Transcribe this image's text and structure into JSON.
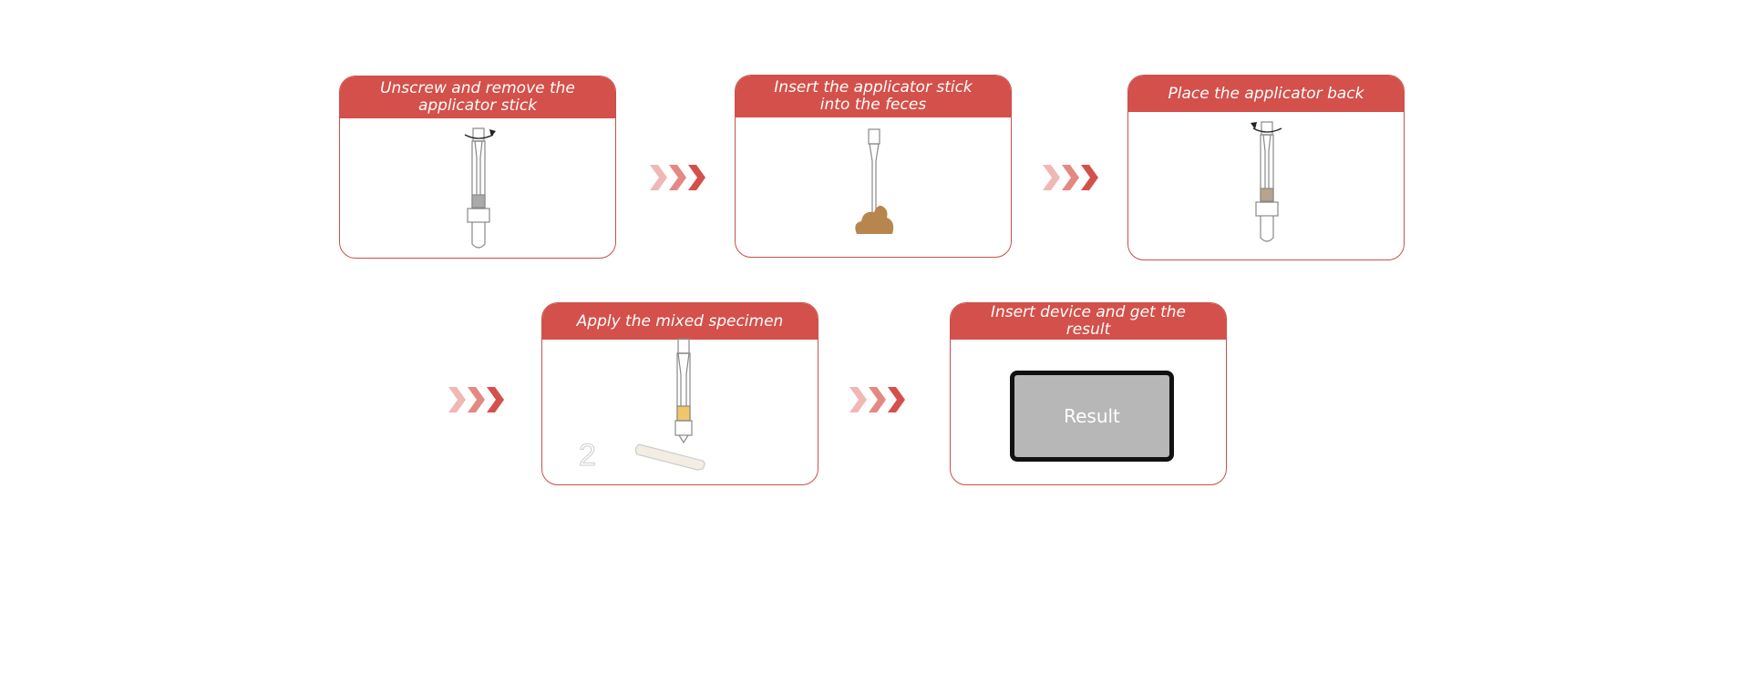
{
  "steps": [
    {
      "title": "Unscrew and remove the applicator stick"
    },
    {
      "title": "Insert the applicator stick into the feces"
    },
    {
      "title": "Place the applicator back"
    },
    {
      "title": "Apply the mixed specimen"
    },
    {
      "title": "Insert device and get the result"
    }
  ],
  "result_label": "Result",
  "colors": {
    "accent": "#d4504a",
    "arrow_light": "#f0b8b4",
    "arrow_mid": "#e48882",
    "feces": "#b7864f",
    "liquid": "#f0c66a"
  }
}
